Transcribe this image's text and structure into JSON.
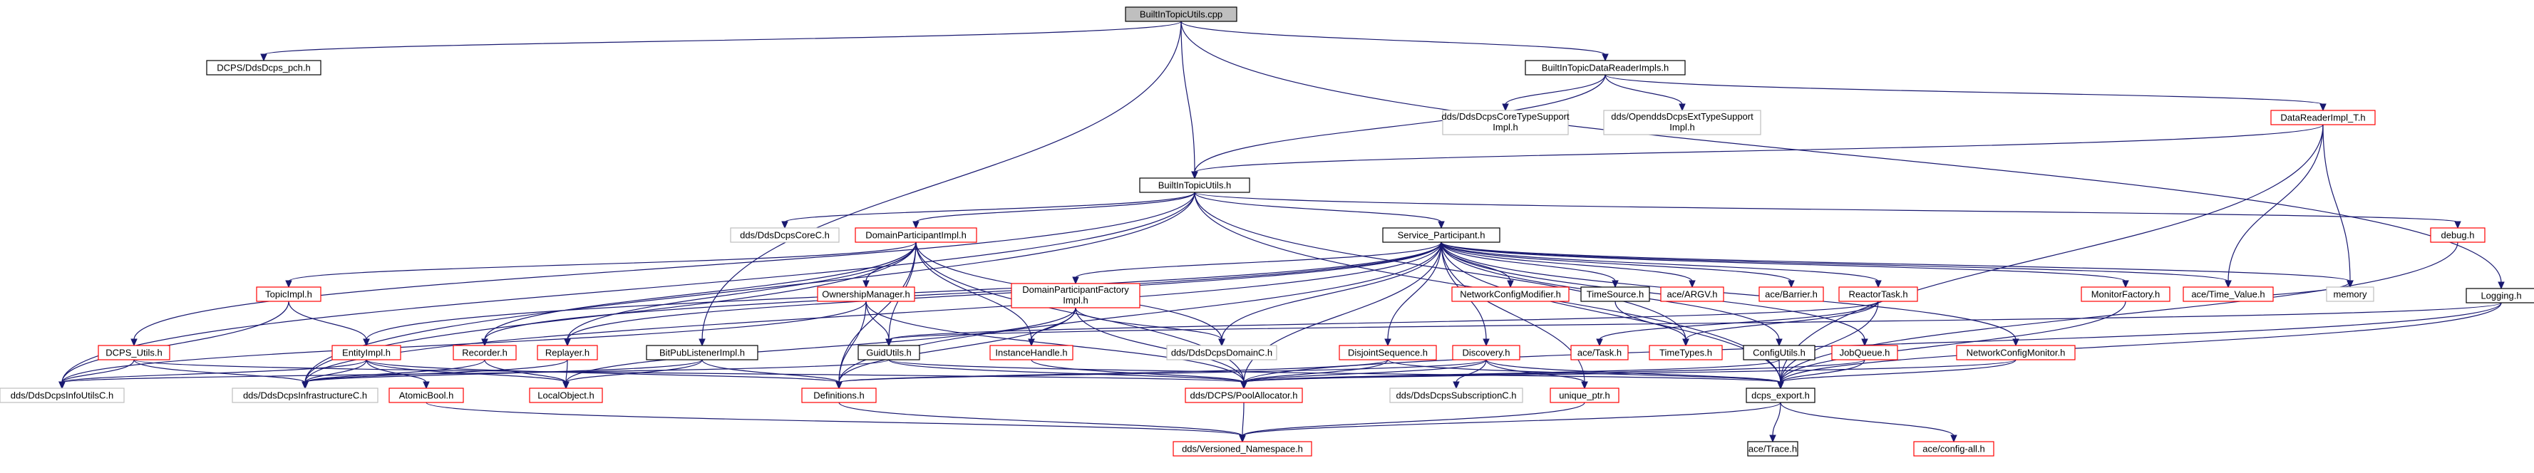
{
  "graph": {
    "nodes": [
      {
        "id": "root",
        "label": "BuiltInTopicUtils.cpp",
        "style": "root"
      },
      {
        "id": "pch",
        "label": "DCPS/DdsDcps_pch.h",
        "style": "black"
      },
      {
        "id": "bitdri",
        "label": "BuiltInTopicDataReaderImpls.h",
        "style": "black"
      },
      {
        "id": "coretype",
        "label": [
          "dds/DdsDcpsCoreTypeSupport",
          "Impl.h"
        ],
        "style": "gray"
      },
      {
        "id": "opendds_ext",
        "label": [
          "dds/OpenddsDcpsExtTypeSupport",
          "Impl.h"
        ],
        "style": "gray"
      },
      {
        "id": "dri_t",
        "label": "DataReaderImpl_T.h",
        "style": "red"
      },
      {
        "id": "biu_h",
        "label": "BuiltInTopicUtils.h",
        "style": "black"
      },
      {
        "id": "debug",
        "label": "debug.h",
        "style": "red"
      },
      {
        "id": "logging",
        "label": "Logging.h",
        "style": "black"
      },
      {
        "id": "corec",
        "label": "dds/DdsDcpsCoreC.h",
        "style": "gray"
      },
      {
        "id": "dpi",
        "label": "DomainParticipantImpl.h",
        "style": "red"
      },
      {
        "id": "svc",
        "label": "Service_Participant.h",
        "style": "black"
      },
      {
        "id": "topicimpl",
        "label": "TopicImpl.h",
        "style": "red"
      },
      {
        "id": "ownmgr",
        "label": "OwnershipManager.h",
        "style": "red"
      },
      {
        "id": "dpf",
        "label": [
          "DomainParticipantFactory",
          "Impl.h"
        ],
        "style": "red"
      },
      {
        "id": "ncm",
        "label": "NetworkConfigModifier.h",
        "style": "red"
      },
      {
        "id": "timesrc",
        "label": "TimeSource.h",
        "style": "black"
      },
      {
        "id": "argv",
        "label": "ace/ARGV.h",
        "style": "red"
      },
      {
        "id": "barrier",
        "label": "ace/Barrier.h",
        "style": "red"
      },
      {
        "id": "reactortask",
        "label": "ReactorTask.h",
        "style": "red"
      },
      {
        "id": "monfac",
        "label": "MonitorFactory.h",
        "style": "red"
      },
      {
        "id": "timeval",
        "label": "ace/Time_Value.h",
        "style": "red"
      },
      {
        "id": "memory",
        "label": "memory",
        "style": "gray"
      },
      {
        "id": "dcpsutils",
        "label": "DCPS_Utils.h",
        "style": "red"
      },
      {
        "id": "entityimpl",
        "label": "EntityImpl.h",
        "style": "red"
      },
      {
        "id": "recorder",
        "label": "Recorder.h",
        "style": "red"
      },
      {
        "id": "replayer",
        "label": "Replayer.h",
        "style": "red"
      },
      {
        "id": "bitpub",
        "label": "BitPubListenerImpl.h",
        "style": "black"
      },
      {
        "id": "guidutils",
        "label": "GuidUtils.h",
        "style": "black"
      },
      {
        "id": "insthandle",
        "label": "InstanceHandle.h",
        "style": "red"
      },
      {
        "id": "domainc",
        "label": "dds/DdsDcpsDomainC.h",
        "style": "gray"
      },
      {
        "id": "disjseq",
        "label": "DisjointSequence.h",
        "style": "red"
      },
      {
        "id": "discovery",
        "label": "Discovery.h",
        "style": "red"
      },
      {
        "id": "acetask",
        "label": "ace/Task.h",
        "style": "red"
      },
      {
        "id": "timetypes",
        "label": "TimeTypes.h",
        "style": "red"
      },
      {
        "id": "configutils",
        "label": "ConfigUtils.h",
        "style": "black"
      },
      {
        "id": "jobqueue",
        "label": "JobQueue.h",
        "style": "red"
      },
      {
        "id": "netcfgmon",
        "label": "NetworkConfigMonitor.h",
        "style": "red"
      },
      {
        "id": "infoutils",
        "label": "dds/DdsDcpsInfoUtilsC.h",
        "style": "gray"
      },
      {
        "id": "infrac",
        "label": "dds/DdsDcpsInfrastructureC.h",
        "style": "gray"
      },
      {
        "id": "atomicbool",
        "label": "AtomicBool.h",
        "style": "red"
      },
      {
        "id": "localobj",
        "label": "LocalObject.h",
        "style": "red"
      },
      {
        "id": "definitions",
        "label": "Definitions.h",
        "style": "red"
      },
      {
        "id": "poolalloc",
        "label": "dds/DCPS/PoolAllocator.h",
        "style": "red"
      },
      {
        "id": "subscrc",
        "label": "dds/DdsDcpsSubscriptionC.h",
        "style": "gray"
      },
      {
        "id": "uniqueptr",
        "label": "unique_ptr.h",
        "style": "red"
      },
      {
        "id": "dcpsexport",
        "label": "dcps_export.h",
        "style": "black"
      },
      {
        "id": "versioned",
        "label": "dds/Versioned_Namespace.h",
        "style": "red"
      },
      {
        "id": "acetrace",
        "label": "ace/Trace.h",
        "style": "black"
      },
      {
        "id": "configall",
        "label": "ace/config-all.h",
        "style": "red"
      }
    ],
    "edges": [
      [
        "root",
        "pch"
      ],
      [
        "root",
        "bitdri"
      ],
      [
        "root",
        "biu_h"
      ],
      [
        "root",
        "logging"
      ],
      [
        "root",
        "bitpub"
      ],
      [
        "bitdri",
        "coretype"
      ],
      [
        "bitdri",
        "opendds_ext"
      ],
      [
        "bitdri",
        "dri_t"
      ],
      [
        "bitdri",
        "biu_h"
      ],
      [
        "dri_t",
        "biu_h"
      ],
      [
        "dri_t",
        "timeval"
      ],
      [
        "dri_t",
        "memory"
      ],
      [
        "dri_t",
        "dcpsexport"
      ],
      [
        "biu_h",
        "corec"
      ],
      [
        "biu_h",
        "dpi"
      ],
      [
        "biu_h",
        "svc"
      ],
      [
        "biu_h",
        "dcpsutils"
      ],
      [
        "biu_h",
        "debug"
      ],
      [
        "biu_h",
        "infoutils"
      ],
      [
        "biu_h",
        "infrac"
      ],
      [
        "biu_h",
        "dcpsexport"
      ],
      [
        "biu_h",
        "timetypes"
      ],
      [
        "debug",
        "dcpsexport"
      ],
      [
        "logging",
        "guidutils"
      ],
      [
        "logging",
        "poolalloc"
      ],
      [
        "logging",
        "dcpsexport"
      ],
      [
        "dpi",
        "topicimpl"
      ],
      [
        "dpi",
        "ownmgr"
      ],
      [
        "dpi",
        "guidutils"
      ],
      [
        "dpi",
        "insthandle"
      ],
      [
        "dpi",
        "domainc"
      ],
      [
        "dpi",
        "recorder"
      ],
      [
        "dpi",
        "replayer"
      ],
      [
        "dpi",
        "infrac"
      ],
      [
        "dpi",
        "poolalloc"
      ],
      [
        "dpi",
        "definitions"
      ],
      [
        "svc",
        "dpf"
      ],
      [
        "svc",
        "ncm"
      ],
      [
        "svc",
        "timesrc"
      ],
      [
        "svc",
        "argv"
      ],
      [
        "svc",
        "barrier"
      ],
      [
        "svc",
        "reactortask"
      ],
      [
        "svc",
        "monfac"
      ],
      [
        "svc",
        "timeval"
      ],
      [
        "svc",
        "memory"
      ],
      [
        "svc",
        "domainc"
      ],
      [
        "svc",
        "discovery"
      ],
      [
        "svc",
        "configutils"
      ],
      [
        "svc",
        "jobqueue"
      ],
      [
        "svc",
        "netcfgmon"
      ],
      [
        "svc",
        "dcpsexport"
      ],
      [
        "svc",
        "definitions"
      ],
      [
        "svc",
        "poolalloc"
      ],
      [
        "svc",
        "infrac"
      ],
      [
        "svc",
        "recorder"
      ],
      [
        "svc",
        "replayer"
      ],
      [
        "svc",
        "entityimpl"
      ],
      [
        "svc",
        "disjseq"
      ],
      [
        "svc",
        "uniqueptr"
      ],
      [
        "topicimpl",
        "entityimpl"
      ],
      [
        "topicimpl",
        "infoutils"
      ],
      [
        "ownmgr",
        "guidutils"
      ],
      [
        "ownmgr",
        "definitions"
      ],
      [
        "ownmgr",
        "poolalloc"
      ],
      [
        "ownmgr",
        "infoutils"
      ],
      [
        "dpf",
        "insthandle"
      ],
      [
        "dpf",
        "domainc"
      ],
      [
        "dpf",
        "localobj"
      ],
      [
        "dpf",
        "poolalloc"
      ],
      [
        "dpf",
        "definitions"
      ],
      [
        "timesrc",
        "timetypes"
      ],
      [
        "reactortask",
        "acetask"
      ],
      [
        "reactortask",
        "timetypes"
      ],
      [
        "reactortask",
        "dcpsexport"
      ],
      [
        "reactortask",
        "guidutils"
      ],
      [
        "monfac",
        "dcpsexport"
      ],
      [
        "timeval",
        "memory"
      ],
      [
        "dcpsutils",
        "infoutils"
      ],
      [
        "dcpsutils",
        "infrac"
      ],
      [
        "dcpsutils",
        "poolalloc"
      ],
      [
        "entityimpl",
        "infrac"
      ],
      [
        "entityimpl",
        "atomicbool"
      ],
      [
        "entityimpl",
        "localobj"
      ],
      [
        "entityimpl",
        "definitions"
      ],
      [
        "entityimpl",
        "infoutils"
      ],
      [
        "recorder",
        "localobj"
      ],
      [
        "recorder",
        "infrac"
      ],
      [
        "replayer",
        "localobj"
      ],
      [
        "replayer",
        "infrac"
      ],
      [
        "bitpub",
        "localobj"
      ],
      [
        "bitpub",
        "definitions"
      ],
      [
        "bitpub",
        "infrac"
      ],
      [
        "guidutils",
        "infoutils"
      ],
      [
        "guidutils",
        "poolalloc"
      ],
      [
        "guidutils",
        "dcpsexport"
      ],
      [
        "insthandle",
        "poolalloc"
      ],
      [
        "disjseq",
        "definitions"
      ],
      [
        "disjseq",
        "poolalloc"
      ],
      [
        "disjseq",
        "dcpsexport"
      ],
      [
        "discovery",
        "subscrc"
      ],
      [
        "discovery",
        "poolalloc"
      ],
      [
        "discovery",
        "uniqueptr"
      ],
      [
        "discovery",
        "dcpsexport"
      ],
      [
        "discovery",
        "definitions"
      ],
      [
        "configutils",
        "poolalloc"
      ],
      [
        "configutils",
        "dcpsexport"
      ],
      [
        "jobqueue",
        "dcpsexport"
      ],
      [
        "jobqueue",
        "poolalloc"
      ],
      [
        "netcfgmon",
        "dcpsexport"
      ],
      [
        "netcfgmon",
        "poolalloc"
      ],
      [
        "atomicbool",
        "versioned"
      ],
      [
        "definitions",
        "versioned"
      ],
      [
        "poolalloc",
        "versioned"
      ],
      [
        "uniqueptr",
        "versioned"
      ],
      [
        "dcpsexport",
        "versioned"
      ],
      [
        "dcpsexport",
        "acetrace"
      ],
      [
        "dcpsexport",
        "configall"
      ]
    ]
  }
}
